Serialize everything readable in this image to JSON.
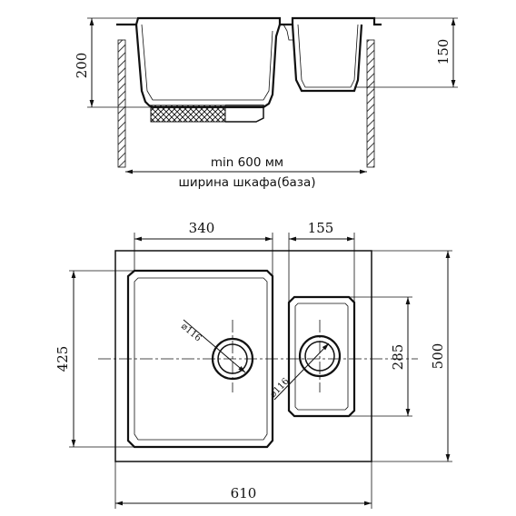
{
  "side_view": {
    "dim_depth_main": "200",
    "dim_depth_small": "150",
    "cabinet_note_line1": "min 600 мм",
    "cabinet_note_line2": "ширина шкафа(база)"
  },
  "top_view": {
    "dim_main_bowl_width": "340",
    "dim_small_bowl_width": "155",
    "dim_main_bowl_height": "425",
    "dim_small_bowl_height": "285",
    "dim_total_height": "500",
    "dim_total_width": "610",
    "drain_main_diameter": "⌀116",
    "drain_small_diameter": "⌀116"
  }
}
